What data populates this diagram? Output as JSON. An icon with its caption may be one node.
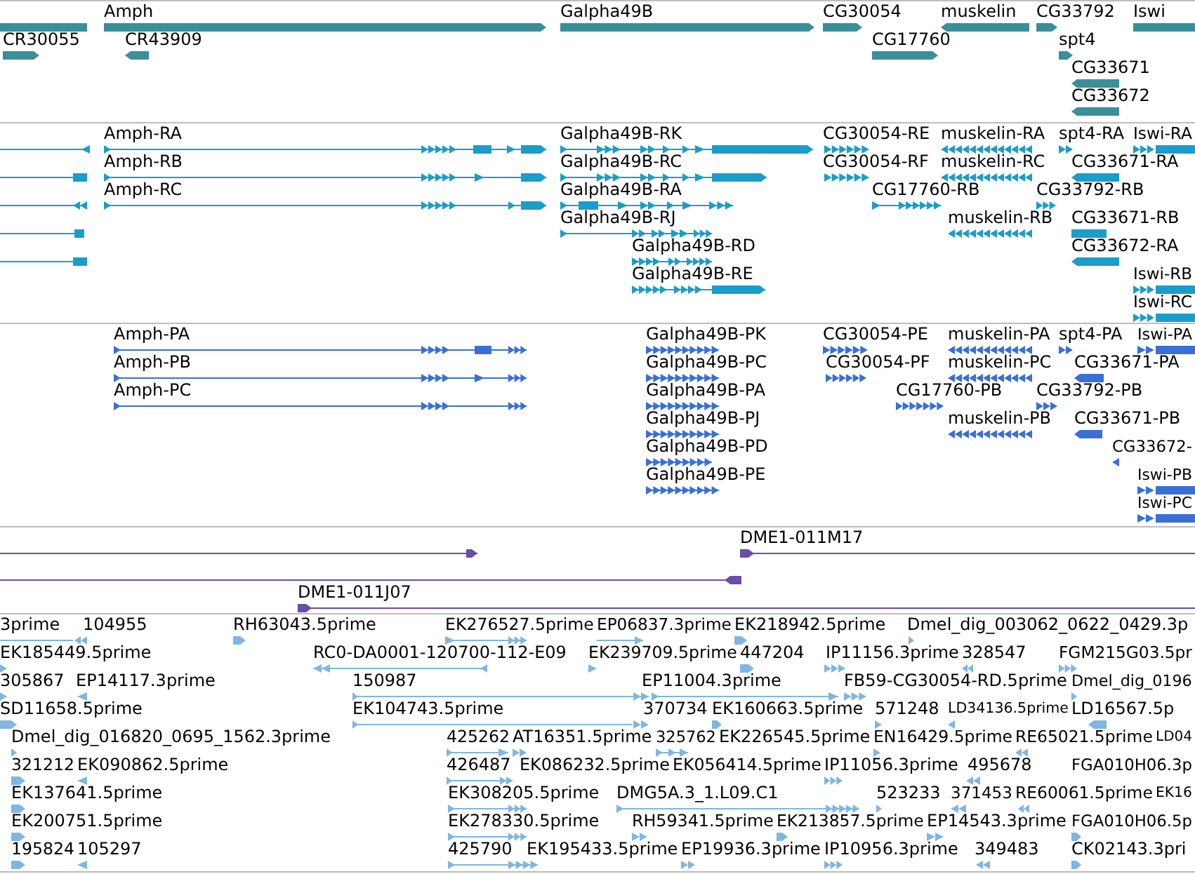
{
  "diagram": {
    "nodes": [
      {
        "text": [],
        "shape": "bar"
      },
      {
        "text": [
          "Amph"
        ]
      },
      {
        "text": [
          "Galpha49B"
        ]
      },
      {
        "text": [
          "CG30054"
        ]
      },
      {
        "text": [
          "muskelin"
        ]
      },
      {
        "text": [
          "CG33792"
        ]
      },
      {
        "text": [
          "Iswi"
        ]
      },
      {
        "text": [
          "CR30055"
        ]
      },
      {
        "text": [
          "CR43909"
        ]
      },
      {
        "text": [
          "CG17760"
        ]
      },
      {
        "text": [
          "spt4"
        ]
      },
      {
        "text": [
          "CG33671"
        ]
      },
      {
        "text": [
          "CG33672"
        ]
      },
      {
        "text": [],
        "shape": "bar"
      },
      {
        "text": [
          "Amph-RA"
        ]
      },
      {
        "text": [
          "Galpha49B-RK"
        ]
      },
      {
        "text": [
          "CG30054-RE"
        ]
      },
      {
        "text": [
          "muskelin-RA"
        ]
      },
      {
        "text": [
          "spt4-RA"
        ]
      },
      {
        "text": [
          "Iswi-RA"
        ]
      },
      {
        "text": [],
        "shape": "bar"
      },
      {
        "text": [
          "Amph-RB"
        ]
      },
      {
        "text": [
          "Galpha49B-RC"
        ]
      },
      {
        "text": [
          "CG30054-RF"
        ]
      },
      {
        "text": [
          "muskelin-RC"
        ]
      },
      {
        "text": [
          "CG33671-RA"
        ]
      },
      {
        "text": [],
        "shape": "bar"
      },
      {
        "text": [
          "Amph-RC"
        ]
      },
      {
        "text": [
          "Galpha49B-RA"
        ]
      },
      {
        "text": [
          "CG17760-RB"
        ]
      },
      {
        "text": [
          "CG33792-RB"
        ]
      },
      {
        "text": [],
        "shape": "bar"
      },
      {
        "text": [
          "Galpha49B-RJ"
        ]
      },
      {
        "text": [
          "muskelin-RB"
        ]
      },
      {
        "text": [
          "CG33671-RB"
        ]
      },
      {
        "text": [],
        "shape": "bar"
      },
      {
        "text": [
          "Galpha49B-RD"
        ]
      },
      {
        "text": [
          "CG33672-RA"
        ]
      },
      {
        "text": [
          "Galpha49B-RE"
        ]
      },
      {
        "text": [
          "Iswi-RB"
        ]
      },
      {
        "text": [
          "Iswi-RC"
        ]
      },
      {
        "text": [
          "Amph-PA"
        ]
      },
      {
        "text": [
          "Galpha49B-PK"
        ]
      },
      {
        "text": [
          "CG30054-PE"
        ]
      },
      {
        "text": [
          "muskelin-PA"
        ]
      },
      {
        "text": [
          "spt4-PA"
        ]
      },
      {
        "text": [
          "Iswi-PA"
        ]
      },
      {
        "text": [
          "Amph-PB"
        ]
      },
      {
        "text": [
          "Galpha49B-PC"
        ]
      },
      {
        "text": [
          "CG30054-PF"
        ]
      },
      {
        "text": [
          "muskelin-PC"
        ]
      },
      {
        "text": [
          "CG33671-PA"
        ]
      },
      {
        "text": [
          "Amph-PC"
        ]
      },
      {
        "text": [
          "Galpha49B-PA"
        ]
      },
      {
        "text": [
          "CG17760-PB"
        ]
      },
      {
        "text": [
          "CG33792-PB"
        ]
      },
      {
        "text": [
          "Galpha49B-PJ"
        ]
      },
      {
        "text": [
          "muskelin-PB"
        ]
      },
      {
        "text": [
          "CG33671-PB"
        ]
      },
      {
        "text": [
          "Galpha49B-PD"
        ]
      },
      {
        "text": [
          "CG33672-"
        ]
      },
      {
        "text": [
          "Galpha49B-PE"
        ]
      },
      {
        "text": [
          "Iswi-PB"
        ]
      },
      {
        "text": [
          "Iswi-PC"
        ]
      },
      {
        "text": [],
        "shape": "bar"
      },
      {
        "text": [
          "DME1-011M17"
        ]
      },
      {
        "text": [],
        "shape": "bar"
      },
      {
        "text": [
          "DME1-011J07"
        ]
      },
      {
        "text": [
          "3prime"
        ]
      },
      {
        "text": [
          "104955"
        ]
      },
      {
        "text": [
          "RH63043.5prime"
        ]
      },
      {
        "text": [
          "EK276527.5prime"
        ]
      },
      {
        "text": [
          "EP06837.3prime"
        ]
      },
      {
        "text": [
          "EK218942.5prime"
        ]
      },
      {
        "text": [
          "Dmel_dig_003062_0622_0429.3p"
        ]
      },
      {
        "text": [
          "EK185449.5prime"
        ]
      },
      {
        "text": [
          "RC0-DA0001-120700-112-E09"
        ]
      },
      {
        "text": [
          "EK239709.5prime"
        ]
      },
      {
        "text": [
          "447204"
        ]
      },
      {
        "text": [
          "IP11156.3prime"
        ]
      },
      {
        "text": [
          "328547"
        ]
      },
      {
        "text": [
          "FGM215G03.5pr"
        ]
      },
      {
        "text": [
          "305867"
        ]
      },
      {
        "text": [
          "EP14117.3prime"
        ]
      },
      {
        "text": [
          "150987"
        ]
      },
      {
        "text": [
          "EP11004.3prime"
        ]
      },
      {
        "text": [
          "FB59-CG30054-RD.5prime"
        ]
      },
      {
        "text": [
          "Dmel_dig_0196"
        ]
      },
      {
        "text": [
          "SD11658.5prime"
        ]
      },
      {
        "text": [
          "EK104743.5prime"
        ]
      },
      {
        "text": [
          "370734"
        ]
      },
      {
        "text": [
          "EK160663.5prime"
        ]
      },
      {
        "text": [
          "571248"
        ]
      },
      {
        "text": [
          "LD34136.5prime"
        ]
      },
      {
        "text": [
          "LD16567.5p"
        ]
      },
      {
        "text": [
          "Dmel_dig_016820_0695_1562.3prime"
        ]
      },
      {
        "text": [
          "425262"
        ]
      },
      {
        "text": [
          "AT16351.5prime"
        ]
      },
      {
        "text": [
          "325762"
        ]
      },
      {
        "text": [
          "EK226545.5prime"
        ]
      },
      {
        "text": [
          "EN16429.5prime"
        ]
      },
      {
        "text": [
          "RE65021.5prime"
        ]
      },
      {
        "text": [
          "LD04"
        ]
      },
      {
        "text": [
          "321212"
        ]
      },
      {
        "text": [
          "EK090862.5prime"
        ]
      },
      {
        "text": [
          "426487"
        ]
      },
      {
        "text": [
          "EK086232.5prime"
        ]
      },
      {
        "text": [
          "EK056414.5prime"
        ]
      },
      {
        "text": [
          "IP11056.3prime"
        ]
      },
      {
        "text": [
          "495678"
        ]
      },
      {
        "text": [
          "FGA010H06.3p"
        ]
      },
      {
        "text": [
          "EK137641.5prime"
        ]
      },
      {
        "text": [
          "EK308205.5prime"
        ]
      },
      {
        "text": [
          "DMG5A.3_1.L09.C1"
        ]
      },
      {
        "text": [
          "523233"
        ]
      },
      {
        "text": [
          "371453"
        ]
      },
      {
        "text": [
          "RE60061.5prime"
        ]
      },
      {
        "text": [
          "EK16"
        ]
      },
      {
        "text": [
          "EK200751.5prime"
        ]
      },
      {
        "text": [
          "EK278330.5prime"
        ]
      },
      {
        "text": [
          "RH59341.5prime"
        ]
      },
      {
        "text": [
          "EK213857.5prime"
        ]
      },
      {
        "text": [
          "EP14543.3prime"
        ]
      },
      {
        "text": [
          "FGA010H06.5p"
        ]
      },
      {
        "text": [
          "195824"
        ]
      },
      {
        "text": [
          "105297"
        ]
      },
      {
        "text": [
          "425790"
        ]
      },
      {
        "text": [
          "EK195433.5prime"
        ]
      },
      {
        "text": [
          "EP19936.3prime"
        ]
      },
      {
        "text": [
          "IP10956.3prime"
        ]
      },
      {
        "text": [
          "349483"
        ]
      },
      {
        "text": [
          "CK02143.3pri"
        ]
      }
    ]
  }
}
